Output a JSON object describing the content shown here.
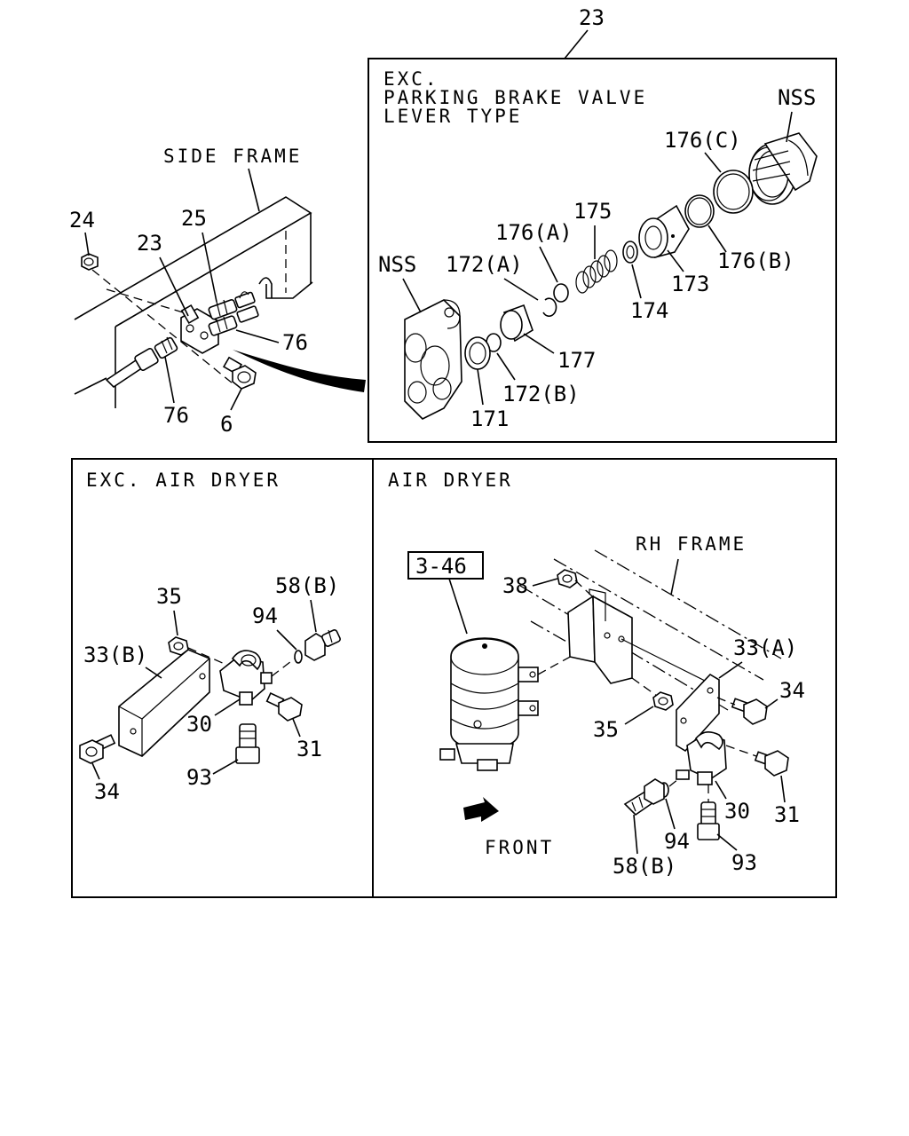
{
  "top_ref": "23",
  "main_view": {
    "frame_label": "SIDE FRAME",
    "callouts": {
      "c24": "24",
      "c25": "25",
      "c23": "23",
      "c76a": "76",
      "c76b": "76",
      "c6": "6"
    }
  },
  "valve_panel": {
    "header": [
      "EXC.",
      "PARKING BRAKE VALVE",
      "LEVER TYPE"
    ],
    "callouts": {
      "nss_top": "NSS",
      "nss_left": "NSS",
      "p176c": "176(C)",
      "p175": "175",
      "p176a": "176(A)",
      "p172a": "172(A)",
      "p176b": "176(B)",
      "p173": "173",
      "p174": "174",
      "p177": "177",
      "p172b": "172(B)",
      "p171": "171"
    }
  },
  "exc_air_dryer_panel": {
    "header": "EXC. AIR DRYER",
    "callouts": {
      "p35": "35",
      "p58b": "58(B)",
      "p94": "94",
      "p33b": "33(B)",
      "p30": "30",
      "p31": "31",
      "p93": "93",
      "p34": "34"
    }
  },
  "air_dryer_panel": {
    "header": "AIR DRYER",
    "frame_label": "RH FRAME",
    "ref_box": "3-46",
    "front_label": "FRONT",
    "callouts": {
      "p38": "38",
      "p33a": "33(A)",
      "p34": "34",
      "p35": "35",
      "p31": "31",
      "p30": "30",
      "p94": "94",
      "p58b": "58(B)",
      "p93": "93"
    }
  }
}
